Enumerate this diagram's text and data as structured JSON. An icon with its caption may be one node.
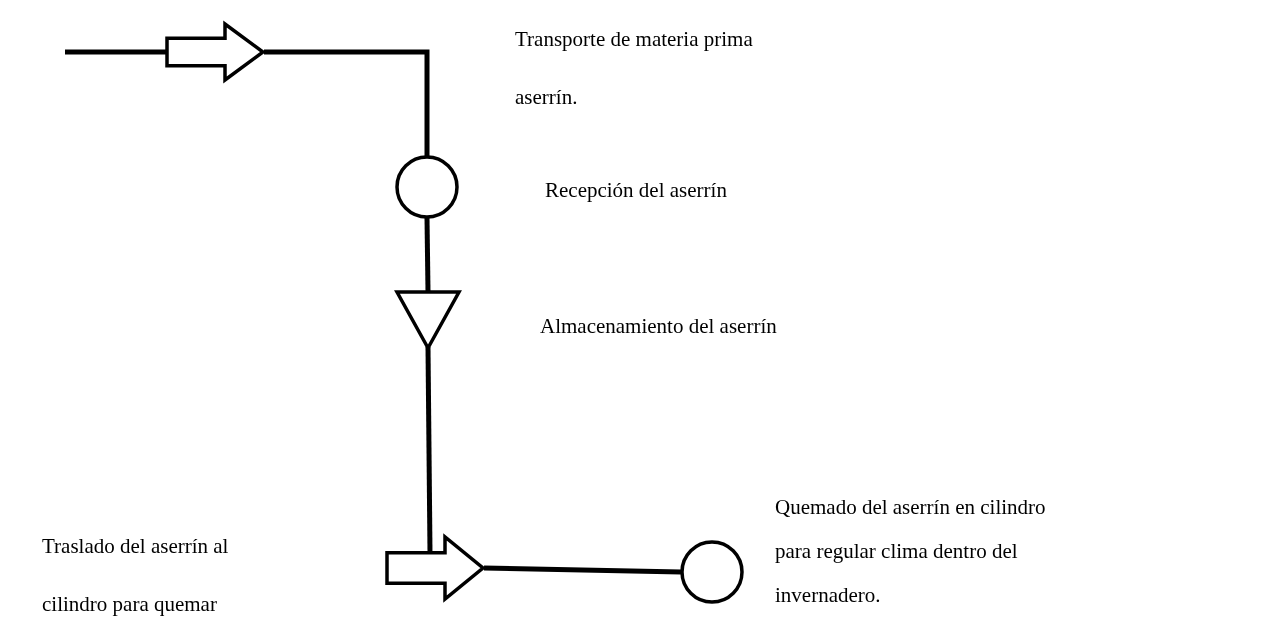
{
  "diagram": {
    "nodes": [
      {
        "text": [],
        "shape": "arrow"
      },
      {
        "text": [],
        "shape": "circle"
      },
      {
        "text": [],
        "shape": "triangle"
      },
      {
        "text": [],
        "shape": "arrow"
      },
      {
        "text": [],
        "shape": "circle"
      }
    ],
    "edges": [
      {
        "from": null,
        "to": 0,
        "arrow": "none"
      },
      {
        "from": 0,
        "to": 1,
        "arrow": "none"
      },
      {
        "from": 1,
        "to": 2,
        "arrow": "none"
      },
      {
        "from": 2,
        "to": 3,
        "arrow": "none"
      },
      {
        "from": 3,
        "to": 4,
        "arrow": "none"
      }
    ],
    "labels": [
      "Transporte de materia prima aserrín.",
      "Recepción del aserrín",
      "Almacenamiento del aserrín",
      "Quemado del aserrín en cilindro para regular clima dentro del invernadero.",
      "Traslado del aserrín al cilindro para quemar"
    ]
  }
}
